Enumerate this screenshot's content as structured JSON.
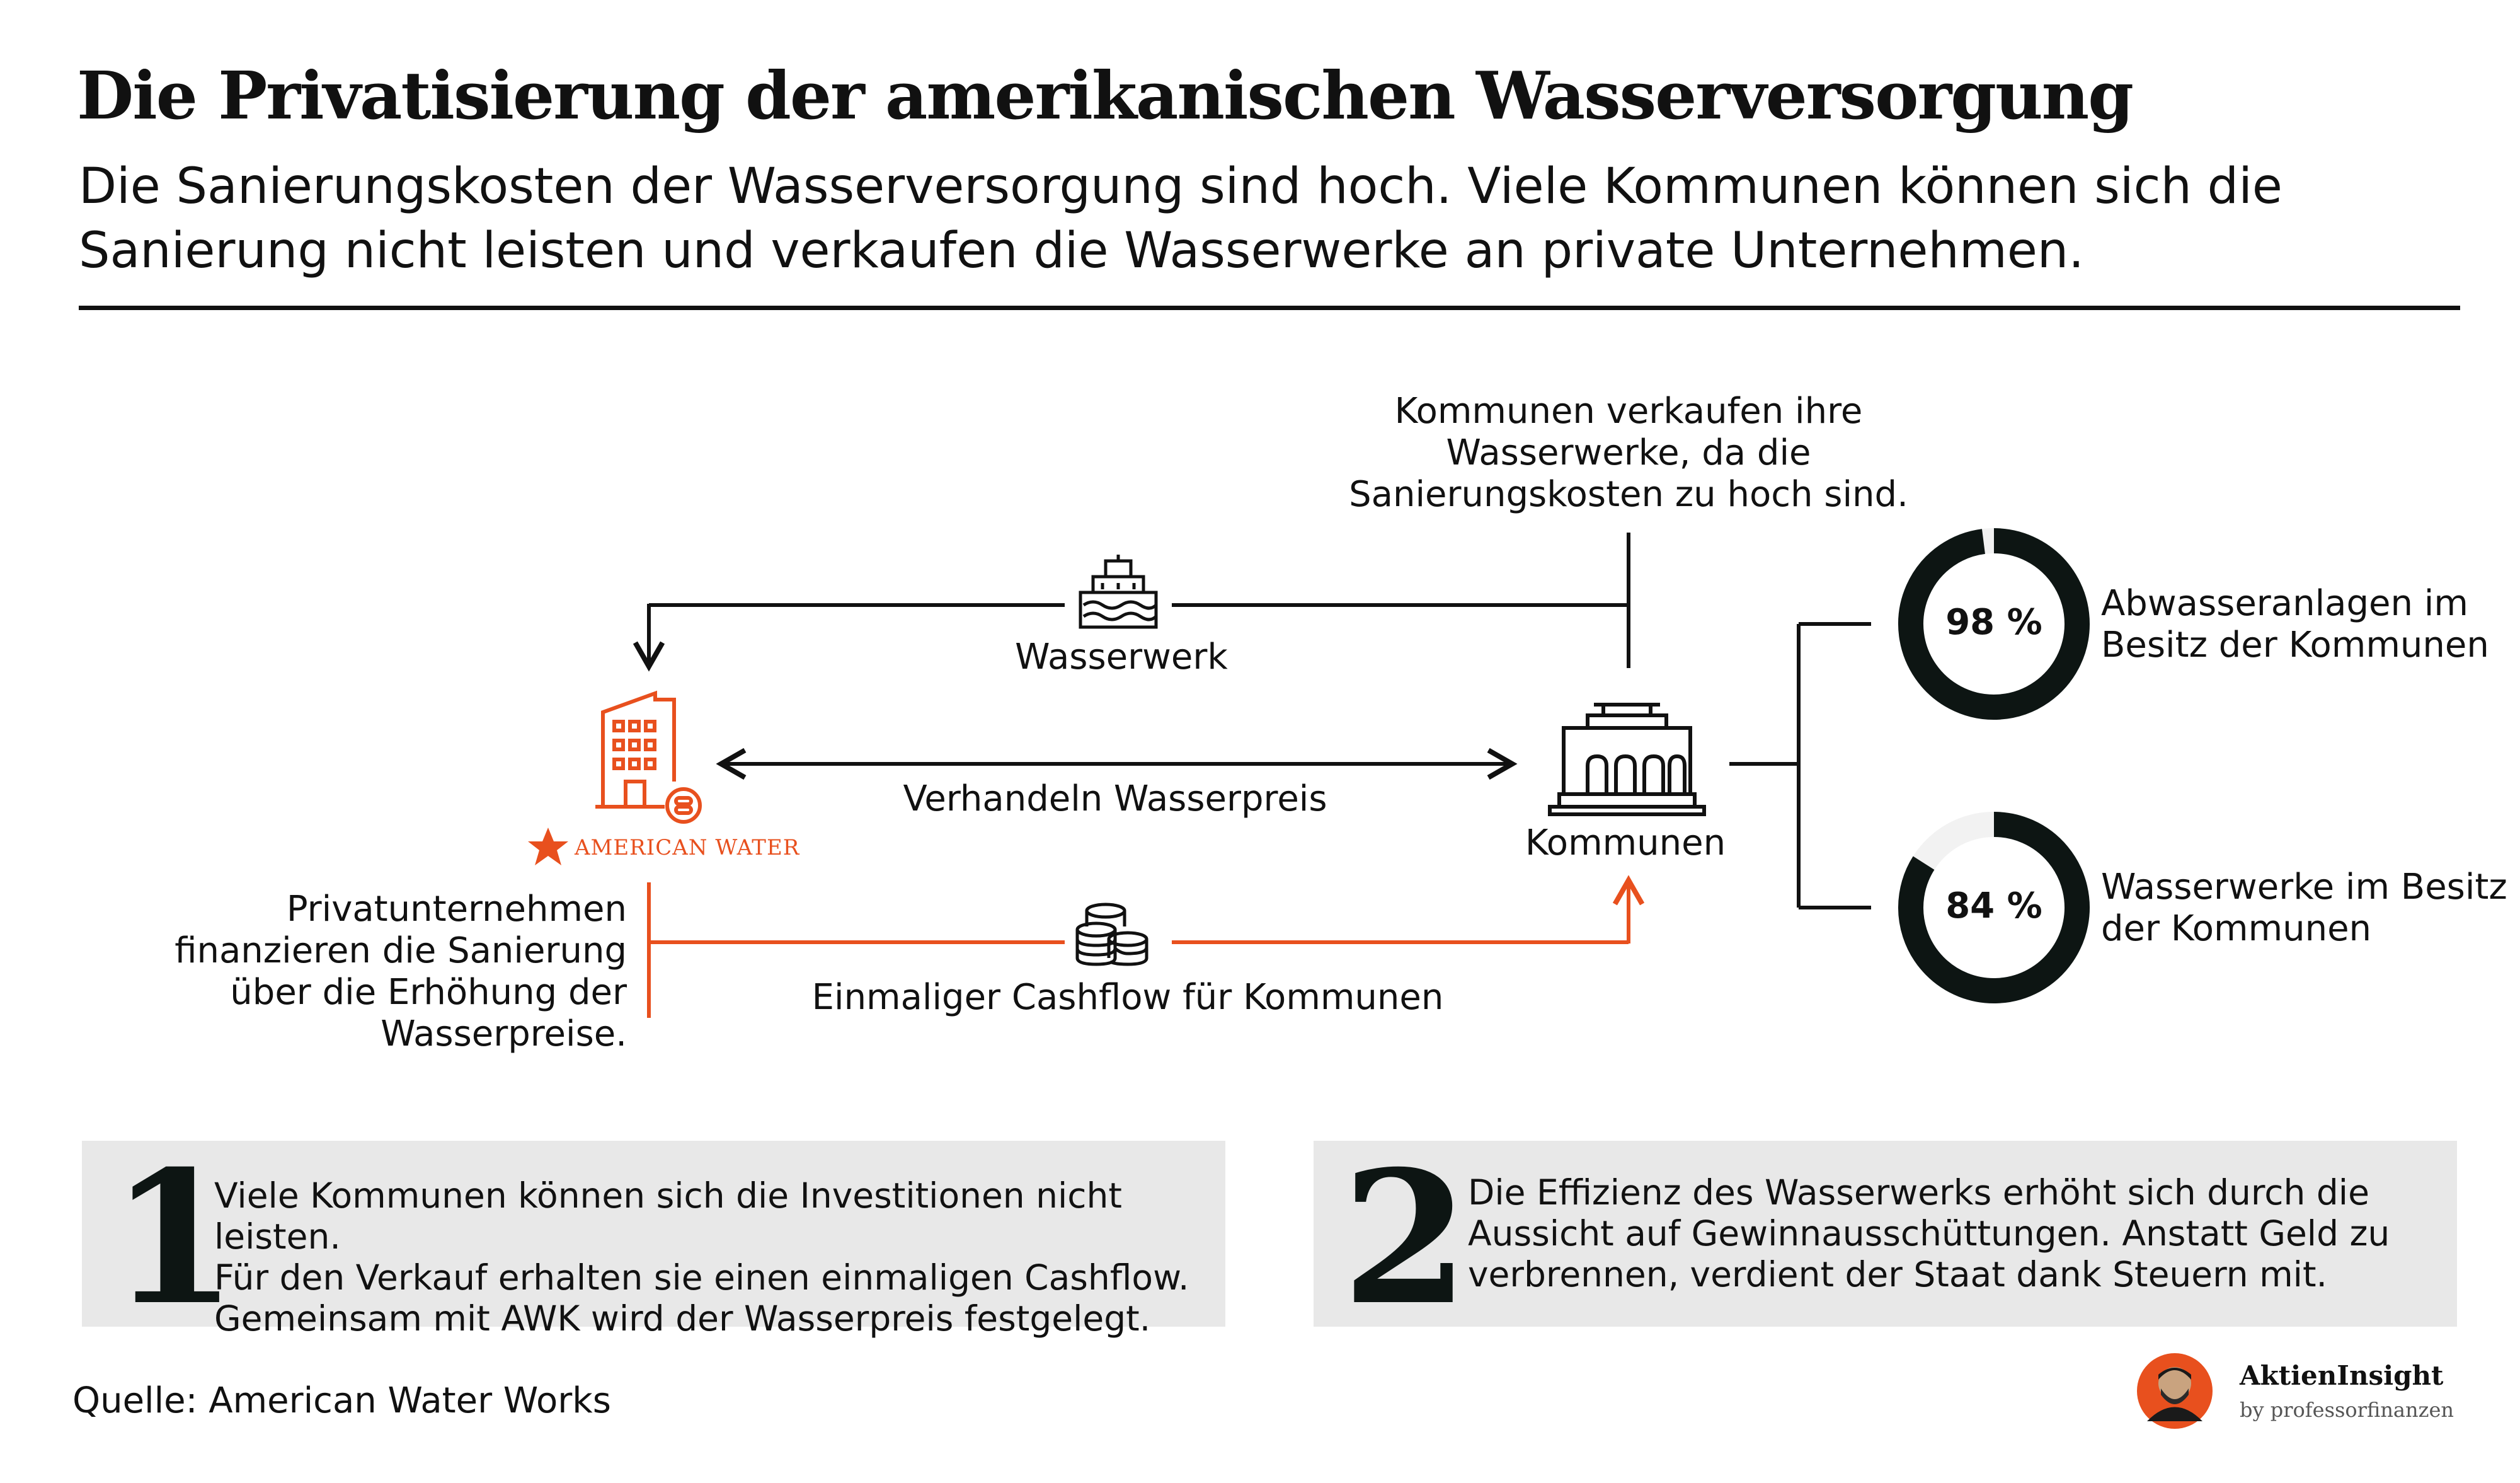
{
  "header": {
    "title": "Die Privatisierung der amerikanischen Wasserversorgung",
    "subtitle_line1": "Die Sanierungskosten der Wasserversorgung sind hoch. Viele Kommunen können sich die",
    "subtitle_line2": "Sanierung nicht leisten und verkaufen die Wasserwerke an private Unternehmen."
  },
  "diagram": {
    "top_note": [
      "Kommunen verkaufen ihre",
      "Wasserwerke, da die",
      "Sanierungskosten zu hoch sind."
    ],
    "wasserwerk_label": "Wasserwerk",
    "negotiate_label": "Verhandeln Wasserpreis",
    "kommunen_label": "Kommunen",
    "company_logo": "AMERICAN WATER",
    "private_note": [
      "Privatunternehmen",
      "finanzieren die Sanierung",
      "über die Erhöhung der",
      "Wasserpreise."
    ],
    "cashflow_label": "Einmaliger Cashflow für Kommunen"
  },
  "stats": [
    {
      "value": 98,
      "value_label": "98 %",
      "lines": [
        "Abwasseranlagen im",
        "Besitz der Kommunen"
      ]
    },
    {
      "value": 84,
      "value_label": "84 %",
      "lines": [
        "Wasserwerke im Besitz",
        "der Kommunen"
      ]
    }
  ],
  "boxes": [
    {
      "number": "1",
      "lines": [
        "Viele Kommunen können sich die Investitionen nicht leisten.",
        "Für den Verkauf erhalten sie einen einmaligen Cashflow.",
        "Gemeinsam mit AWK wird der Wasserpreis festgelegt."
      ]
    },
    {
      "number": "2",
      "lines": [
        "Die Effizienz des Wasserwerks erhöht sich durch die",
        "Aussicht auf Gewinnausschüttungen. Anstatt Geld zu",
        "verbrennen, verdient der Staat dank Steuern mit."
      ]
    }
  ],
  "source": "Quelle: American Water Works",
  "brand": {
    "name": "AktienInsight",
    "by": "by professorfinanzen"
  },
  "colors": {
    "accent": "#e8501e",
    "dark": "#0d1513",
    "box_bg": "#e8e8e8"
  },
  "icons": [
    "water-plant-icon",
    "office-building-icon",
    "government-building-icon",
    "coins-icon",
    "star-logo-icon",
    "avatar"
  ]
}
